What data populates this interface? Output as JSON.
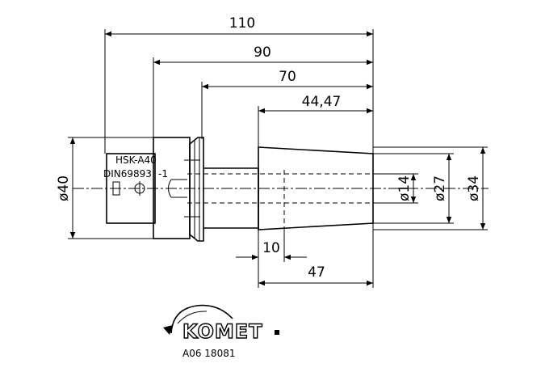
{
  "dimensions": {
    "d110": "110",
    "d90": "90",
    "d70": "70",
    "d4447": "44,47",
    "d10": "10",
    "d47": "47",
    "dia40": "ø40",
    "dia14": "ø14",
    "dia27": "ø27",
    "dia34": "ø34"
  },
  "labels": {
    "hsk": "HSK-A40",
    "din": "DIN69893",
    "din_suffix": "-1"
  },
  "brand": {
    "name": "KOMET",
    "part_number": "A06 18081"
  }
}
